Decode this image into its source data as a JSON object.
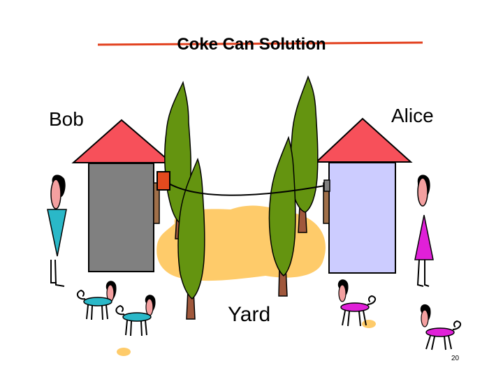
{
  "slide": {
    "title": "Coke Can Solution",
    "labels": {
      "bob": "Bob",
      "alice": "Alice",
      "yard": "Yard"
    },
    "page_number": "20"
  },
  "colors": {
    "title_rule": "#e2411f",
    "roof": "#f7505a",
    "bob_house_wall": "#808080",
    "alice_house_wall": "#ccccff",
    "tree_foliage": "#649410",
    "tree_trunk": "#a0583c",
    "yard": "#fecb6a",
    "coke_can": "#e44a1e",
    "door": "#a0704a",
    "bob_shirt": "#2ab8c8",
    "alice_dress": "#e020d8",
    "skin": "#f4a0a0",
    "hair": "#000000",
    "bob_dog_body": "#2ab8c8",
    "alice_dog_body": "#e020d8"
  }
}
